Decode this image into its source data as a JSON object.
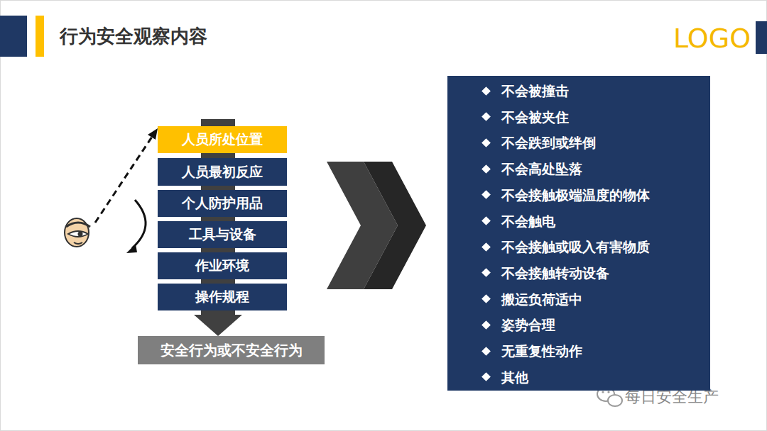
{
  "diagram": {
    "title": "行为安全观察内容",
    "nodes": [
      {
        "text": [
          "人员所处位置"
        ]
      },
      {
        "text": [
          "人员最初反应"
        ]
      },
      {
        "text": [
          "个人防护用品"
        ]
      },
      {
        "text": [
          "工具与设备"
        ]
      },
      {
        "text": [
          "作业环境"
        ]
      },
      {
        "text": [
          "操作规程"
        ]
      },
      {
        "text": [
          "安全行为或不安全行为"
        ]
      },
      {
        "text": [
          "不会被撞击",
          "不会被夹住",
          "不会跌到或绊倒",
          "不会高处坠落",
          "不会接触极端温度的物体",
          "不会触电",
          "不会接触或吸入有害物质",
          "不会接触转动设备",
          "搬运负荷适中",
          "姿势合理",
          "无重复性动作",
          "其他"
        ]
      }
    ],
    "edges": [
      {
        "from": 5,
        "to": 6,
        "arrow": "to"
      }
    ],
    "labels": [
      "LOGO",
      "每日安全生产"
    ]
  }
}
